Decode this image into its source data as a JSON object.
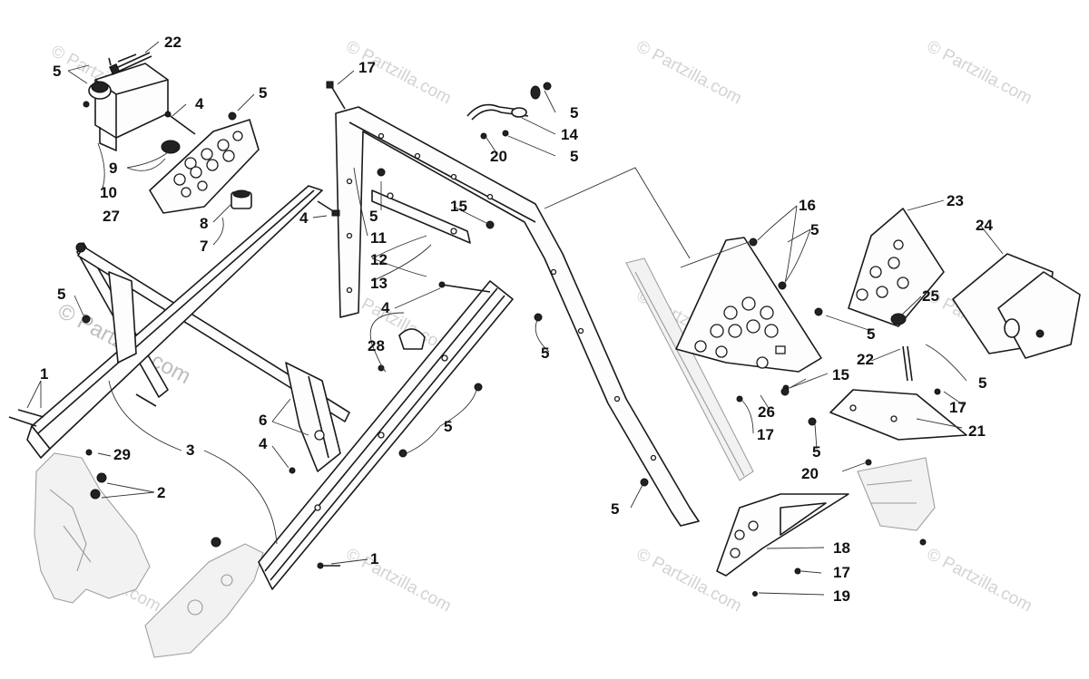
{
  "watermark": {
    "text": "© Partzilla.com",
    "prominent_text": "© Partzilla.com"
  },
  "callouts": [
    {
      "id": "c-22-top",
      "label": "22"
    },
    {
      "id": "c-5-tl",
      "label": "5"
    },
    {
      "id": "c-4-a",
      "label": "4"
    },
    {
      "id": "c-5-b",
      "label": "5"
    },
    {
      "id": "c-9",
      "label": "9"
    },
    {
      "id": "c-10",
      "label": "10"
    },
    {
      "id": "c-8",
      "label": "8"
    },
    {
      "id": "c-7",
      "label": "7"
    },
    {
      "id": "c-27",
      "label": "27"
    },
    {
      "id": "c-5-c",
      "label": "5"
    },
    {
      "id": "c-1-l",
      "label": "1"
    },
    {
      "id": "c-29",
      "label": "29"
    },
    {
      "id": "c-2",
      "label": "2"
    },
    {
      "id": "c-3",
      "label": "3"
    },
    {
      "id": "c-6",
      "label": "6"
    },
    {
      "id": "c-4-b",
      "label": "4"
    },
    {
      "id": "c-17-top",
      "label": "17"
    },
    {
      "id": "c-4-c",
      "label": "4"
    },
    {
      "id": "c-5-d",
      "label": "5"
    },
    {
      "id": "c-11",
      "label": "11"
    },
    {
      "id": "c-12",
      "label": "12"
    },
    {
      "id": "c-13",
      "label": "13"
    },
    {
      "id": "c-4-d",
      "label": "4"
    },
    {
      "id": "c-28",
      "label": "28"
    },
    {
      "id": "c-5-e",
      "label": "5"
    },
    {
      "id": "c-1-b",
      "label": "1"
    },
    {
      "id": "c-5-f",
      "label": "5"
    },
    {
      "id": "c-14",
      "label": "14"
    },
    {
      "id": "c-20-top",
      "label": "20"
    },
    {
      "id": "c-5-g",
      "label": "5"
    },
    {
      "id": "c-15-a",
      "label": "15"
    },
    {
      "id": "c-5-h",
      "label": "5"
    },
    {
      "id": "c-16",
      "label": "16"
    },
    {
      "id": "c-5-i",
      "label": "5"
    },
    {
      "id": "c-23",
      "label": "23"
    },
    {
      "id": "c-24",
      "label": "24"
    },
    {
      "id": "c-25",
      "label": "25"
    },
    {
      "id": "c-5-j",
      "label": "5"
    },
    {
      "id": "c-22-r",
      "label": "22"
    },
    {
      "id": "c-15-b",
      "label": "15"
    },
    {
      "id": "c-5-k",
      "label": "5"
    },
    {
      "id": "c-17-r",
      "label": "17"
    },
    {
      "id": "c-26",
      "label": "26"
    },
    {
      "id": "c-17-m",
      "label": "17"
    },
    {
      "id": "c-21",
      "label": "21"
    },
    {
      "id": "c-5-l",
      "label": "5"
    },
    {
      "id": "c-20-b",
      "label": "20"
    },
    {
      "id": "c-5-m",
      "label": "5"
    },
    {
      "id": "c-18",
      "label": "18"
    },
    {
      "id": "c-17-b",
      "label": "17"
    },
    {
      "id": "c-19",
      "label": "19"
    }
  ]
}
